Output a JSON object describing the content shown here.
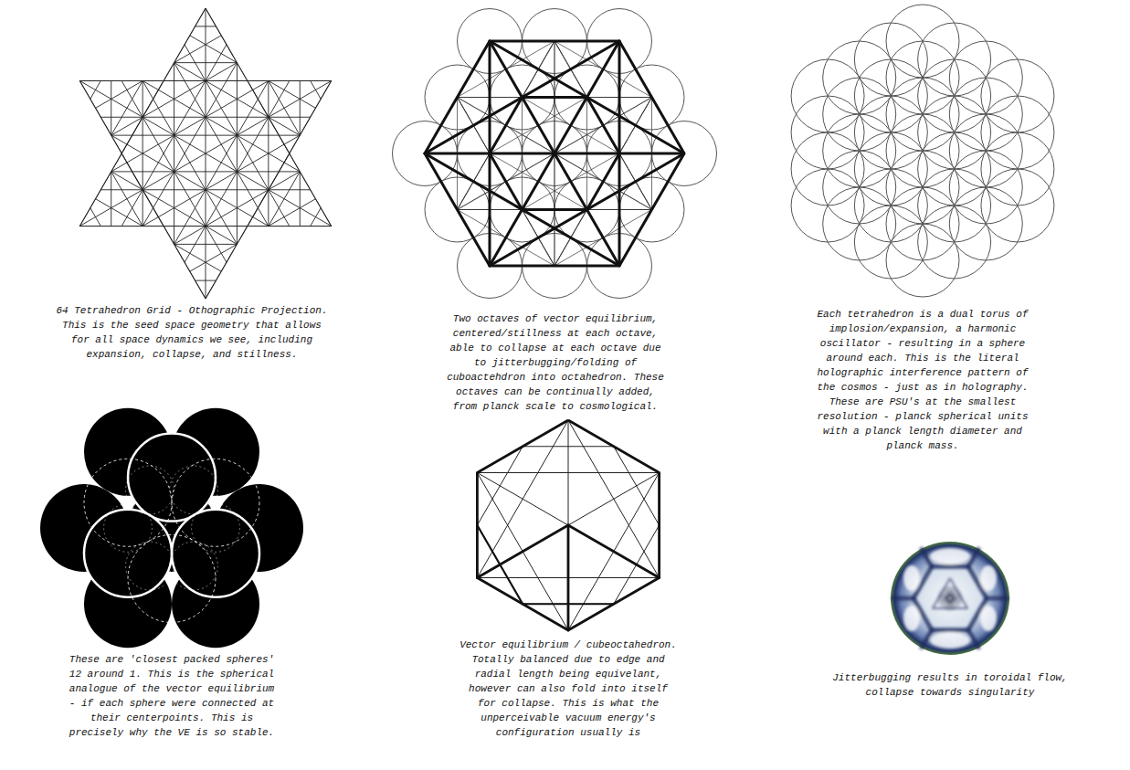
{
  "diagram": {
    "labels": [
      "64 Tetrahedron Grid - Othographic Projection. This is the seed space geometry that allows for all space dynamics we see, including expansion, collapse, and stillness.",
      "Two octaves of vector equilibrium, centered/stillness at each octave, able to collapse at each octave due to jitterbugging/folding of cuboactehdron into octahedron. These octaves can be continually added, from planck scale to cosmological.",
      "Each tetrahedron is a dual torus of implosion/expansion, a harmonic oscillator - resulting in a sphere around each. This is the literal holographic interference pattern of the cosmos - just as in holography. These are PSU's at the smallest resolution - planck spherical units with a planck length diameter and planck mass.",
      "These are 'closest packed spheres' 12 around 1. This is the spherical analogue of the vector equilibrium - if each sphere were connected at their centerpoints. This is precisely why the VE is so stable.",
      "Vector equilibrium / cubeoctahedron. Totally balanced due to edge and radial length being equivelant, however can also fold into itself for collapse. This is what the unperceivable vacuum energy's configuration usually is",
      "Jitterbugging results in toroidal flow, collapse towards singularity"
    ]
  }
}
